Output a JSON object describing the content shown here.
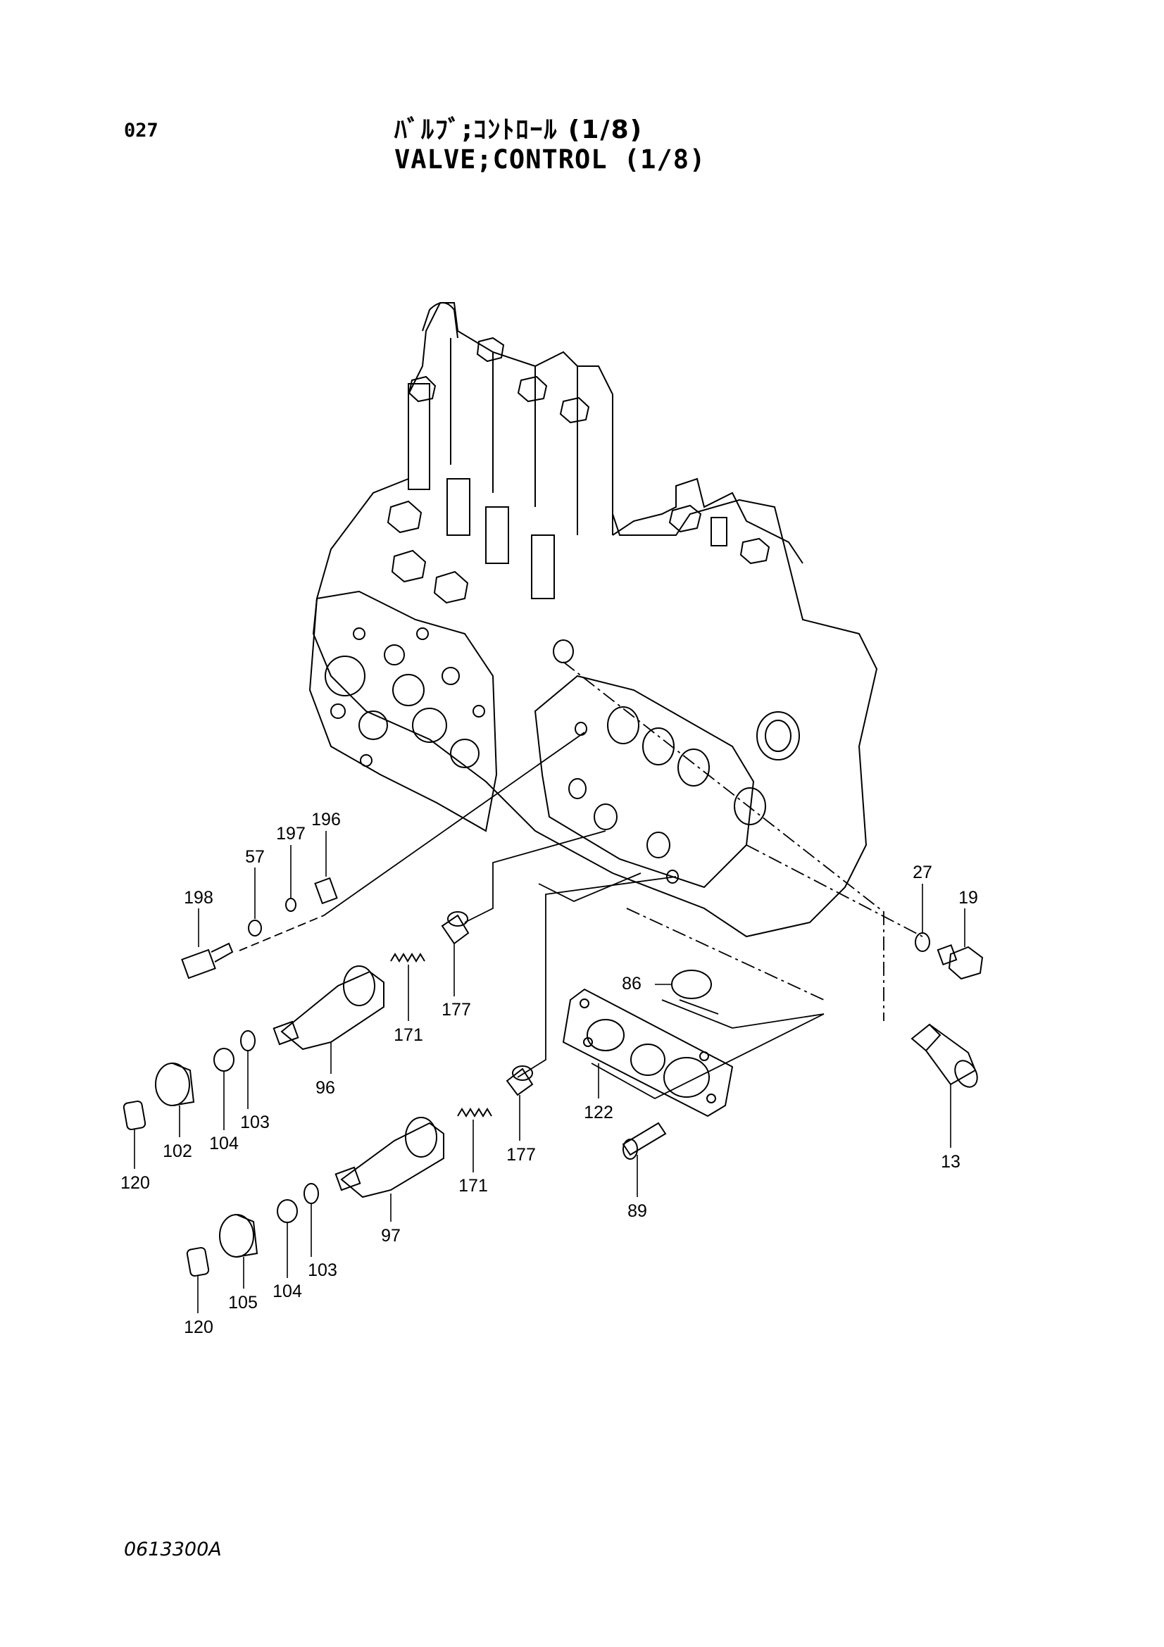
{
  "header": {
    "page_number": "027",
    "title_jp": "ﾊﾞﾙﾌﾞ;ｺﾝﾄﾛｰﾙ (1/8)",
    "title_en": "VALVE;CONTROL (1/8)"
  },
  "footer": {
    "drawing_code": "0613300A"
  },
  "parts": [
    {
      "id": "p196",
      "label": "196"
    },
    {
      "id": "p197",
      "label": "197"
    },
    {
      "id": "p57",
      "label": "57"
    },
    {
      "id": "p198",
      "label": "198"
    },
    {
      "id": "p27",
      "label": "27"
    },
    {
      "id": "p19",
      "label": "19"
    },
    {
      "id": "p86",
      "label": "86"
    },
    {
      "id": "p177a",
      "label": "177"
    },
    {
      "id": "p171a",
      "label": "171"
    },
    {
      "id": "p96",
      "label": "96"
    },
    {
      "id": "p122",
      "label": "122"
    },
    {
      "id": "p13",
      "label": "13"
    },
    {
      "id": "p103a",
      "label": "103"
    },
    {
      "id": "p104a",
      "label": "104"
    },
    {
      "id": "p102",
      "label": "102"
    },
    {
      "id": "p120a",
      "label": "120"
    },
    {
      "id": "p177b",
      "label": "177"
    },
    {
      "id": "p171b",
      "label": "171"
    },
    {
      "id": "p89",
      "label": "89"
    },
    {
      "id": "p97",
      "label": "97"
    },
    {
      "id": "p103b",
      "label": "103"
    },
    {
      "id": "p104b",
      "label": "104"
    },
    {
      "id": "p105",
      "label": "105"
    },
    {
      "id": "p120b",
      "label": "120"
    }
  ]
}
